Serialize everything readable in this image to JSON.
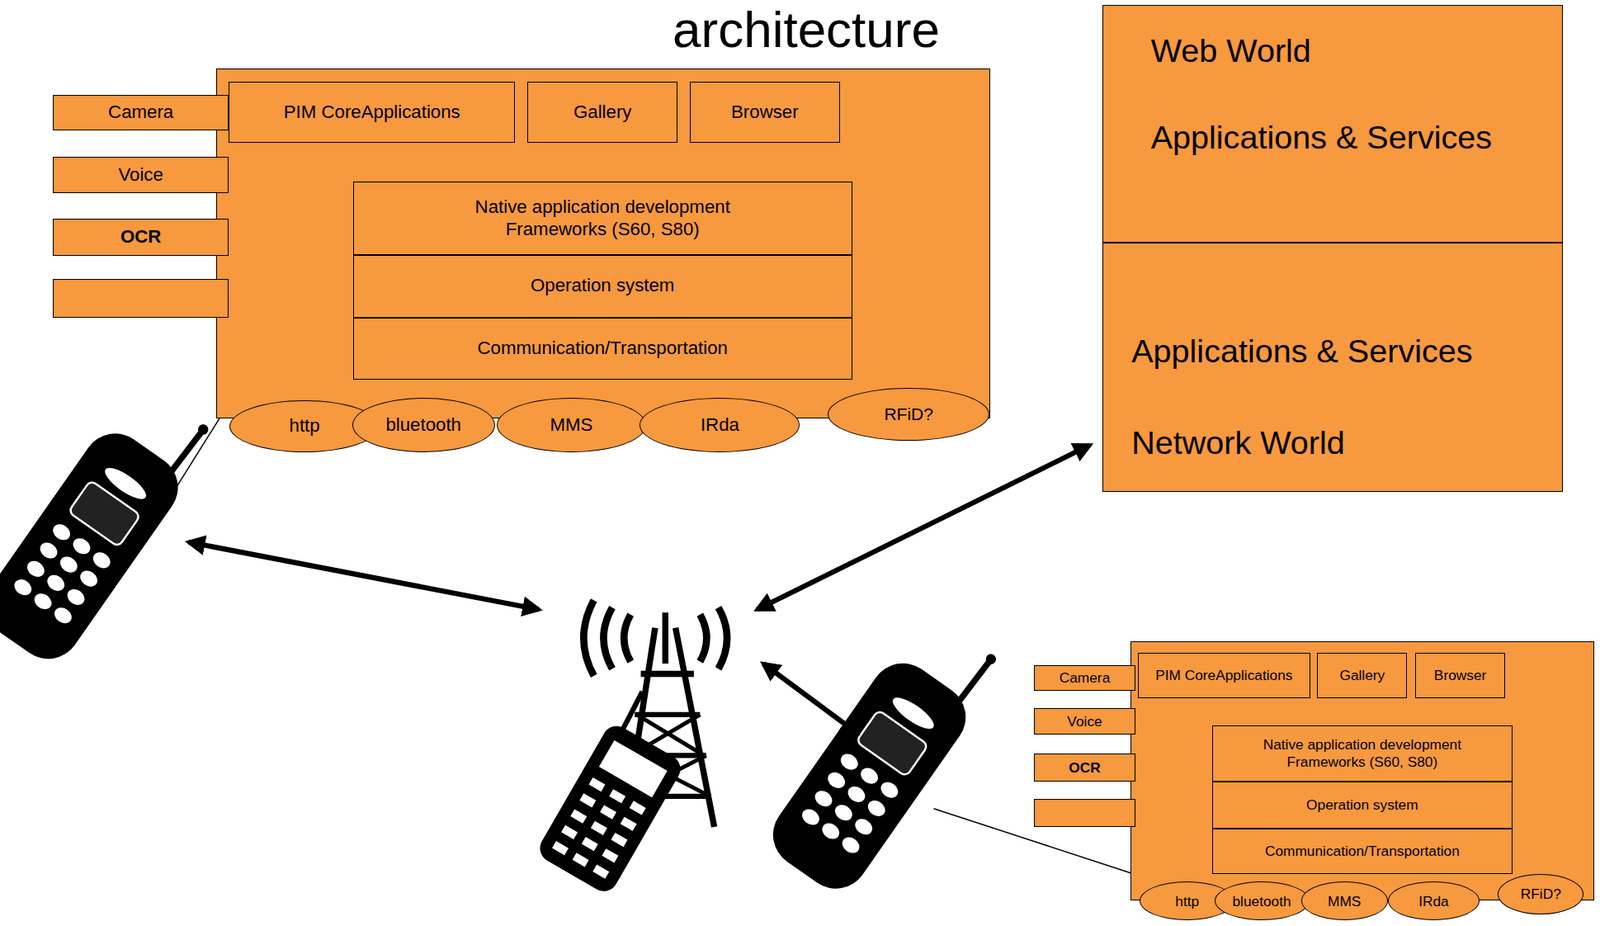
{
  "diagram": {
    "title": "architecture",
    "nodes": [
      {
        "text": [
          "Camera"
        ]
      },
      {
        "text": [
          "Voice"
        ]
      },
      {
        "text": [
          "OCR"
        ]
      },
      {
        "text": [
          "PIM CoreApplications"
        ]
      },
      {
        "text": [
          "Gallery"
        ]
      },
      {
        "text": [
          "Browser"
        ]
      },
      {
        "text": [
          "Native application development Frameworks (S60, S80)"
        ]
      },
      {
        "text": [
          "Operation system"
        ]
      },
      {
        "text": [
          "Communication/Transportation"
        ]
      },
      {
        "text": [
          "http"
        ]
      },
      {
        "text": [
          "bluetooth"
        ]
      },
      {
        "text": [
          "MMS"
        ]
      },
      {
        "text": [
          "IRda"
        ]
      },
      {
        "text": [
          "RFiD?"
        ]
      },
      {
        "text": [
          "Web World",
          "Applications & Services"
        ]
      },
      {
        "text": [
          "Applications & Services",
          "Network World"
        ]
      },
      {
        "text": [
          "Camera"
        ]
      },
      {
        "text": [
          "Voice"
        ]
      },
      {
        "text": [
          "OCR"
        ]
      },
      {
        "text": [
          "PIM CoreApplications"
        ]
      },
      {
        "text": [
          "Gallery"
        ]
      },
      {
        "text": [
          "Browser"
        ]
      },
      {
        "text": [
          "Native application development Frameworks (S60, S80)"
        ]
      },
      {
        "text": [
          "Operation system"
        ]
      },
      {
        "text": [
          "Communication/Transportation"
        ]
      },
      {
        "text": [
          "http"
        ]
      },
      {
        "text": [
          "bluetooth"
        ]
      },
      {
        "text": [
          "MMS"
        ]
      },
      {
        "text": [
          "IRda"
        ]
      },
      {
        "text": [
          "RFiD?"
        ]
      }
    ]
  }
}
